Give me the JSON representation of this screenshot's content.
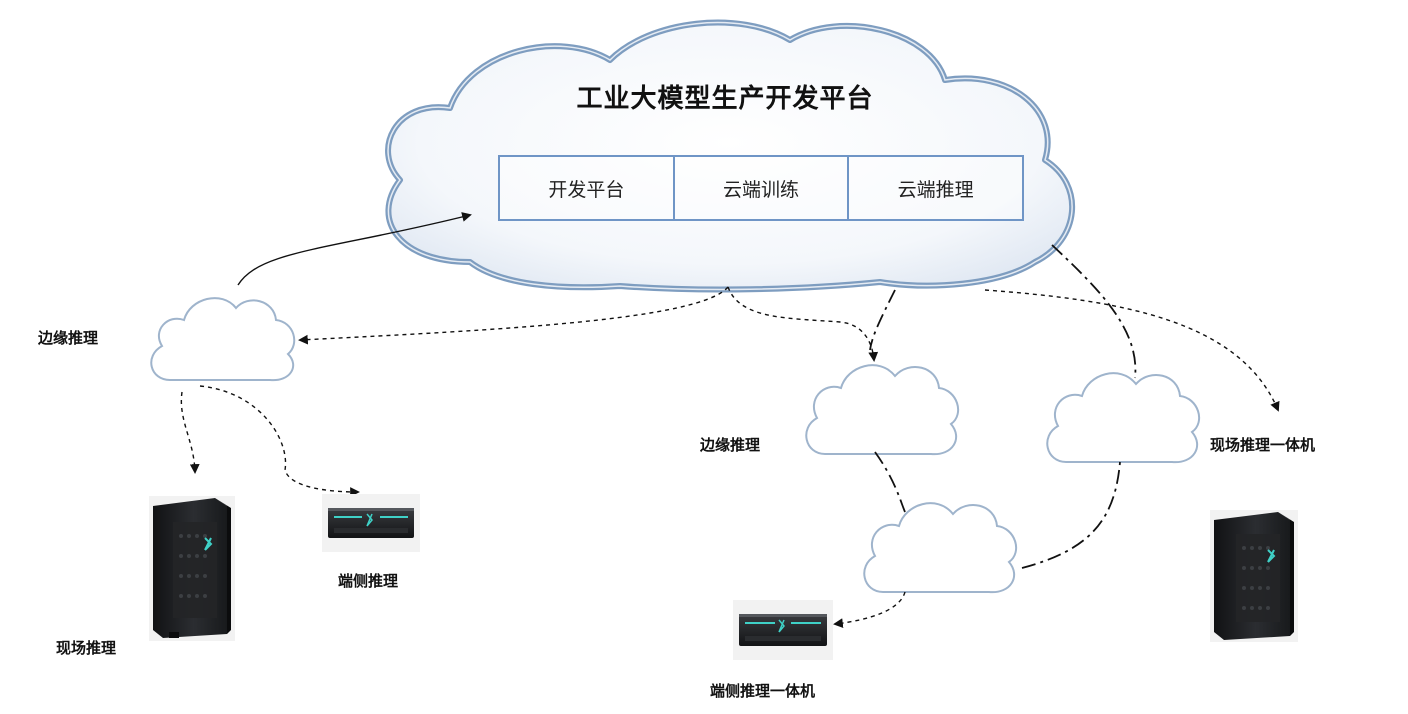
{
  "platform": {
    "title": "工业大模型生产开发平台",
    "modules": [
      "开发平台",
      "云端训练",
      "云端推理"
    ]
  },
  "labels": {
    "edge_left": "边缘推理",
    "site_left": "现场推理",
    "device_side_left": "端侧推理",
    "edge_right": "边缘推理",
    "device_side_right": "端侧推理一体机",
    "site_right": "现场推理一体机"
  },
  "colors": {
    "cloud_edge": "#7e9dc0",
    "module_border": "#6f95c6",
    "device_dark": "#1f2124",
    "device_accent": "#3fd1c7"
  },
  "icons": [
    "cloud-icon",
    "tower-server-icon",
    "rack-server-icon"
  ]
}
